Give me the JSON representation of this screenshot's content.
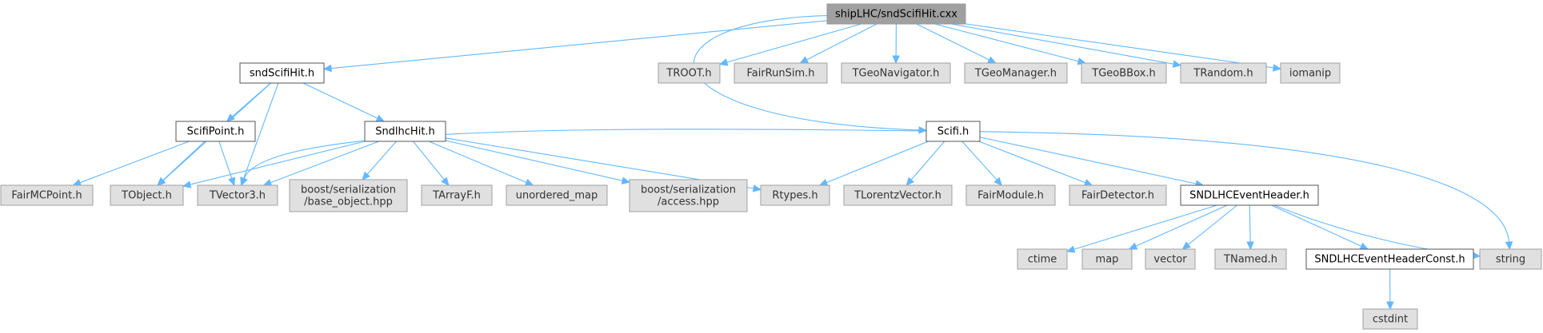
{
  "colors": {
    "edge": "#63b8ff",
    "root_fill": "#a0a0a0",
    "system_fill": "#e0e0e0",
    "doc_border": "#555555"
  },
  "nodes": [
    {
      "id": "shipLHC_sndScifiHit_cxx",
      "lines": [
        "shipLHC/sndScifiHit.cxx"
      ],
      "kind": "root"
    },
    {
      "id": "sndScifiHit_h",
      "lines": [
        "sndScifiHit.h"
      ],
      "kind": "doc"
    },
    {
      "id": "TROOT_h",
      "lines": [
        "TROOT.h"
      ],
      "kind": "sys"
    },
    {
      "id": "FairRunSim_h",
      "lines": [
        "FairRunSim.h"
      ],
      "kind": "sys"
    },
    {
      "id": "TGeoNavigator_h",
      "lines": [
        "TGeoNavigator.h"
      ],
      "kind": "sys"
    },
    {
      "id": "TGeoManager_h",
      "lines": [
        "TGeoManager.h"
      ],
      "kind": "sys"
    },
    {
      "id": "TGeoBBox_h",
      "lines": [
        "TGeoBBox.h"
      ],
      "kind": "sys"
    },
    {
      "id": "TRandom_h",
      "lines": [
        "TRandom.h"
      ],
      "kind": "sys"
    },
    {
      "id": "iomanip",
      "lines": [
        "iomanip"
      ],
      "kind": "sys"
    },
    {
      "id": "ScifiPoint_h",
      "lines": [
        "ScifiPoint.h"
      ],
      "kind": "doc"
    },
    {
      "id": "SndlhcHit_h",
      "lines": [
        "SndlhcHit.h"
      ],
      "kind": "doc"
    },
    {
      "id": "Scifi_h",
      "lines": [
        "Scifi.h"
      ],
      "kind": "doc"
    },
    {
      "id": "FairMCPoint_h",
      "lines": [
        "FairMCPoint.h"
      ],
      "kind": "sys"
    },
    {
      "id": "TObject_h",
      "lines": [
        "TObject.h"
      ],
      "kind": "sys"
    },
    {
      "id": "TVector3_h",
      "lines": [
        "TVector3.h"
      ],
      "kind": "sys"
    },
    {
      "id": "boost_base_object",
      "lines": [
        "boost/serialization",
        "/base_object.hpp"
      ],
      "kind": "sys"
    },
    {
      "id": "TArrayF_h",
      "lines": [
        "TArrayF.h"
      ],
      "kind": "sys"
    },
    {
      "id": "unordered_map",
      "lines": [
        "unordered_map"
      ],
      "kind": "sys"
    },
    {
      "id": "boost_access",
      "lines": [
        "boost/serialization",
        "/access.hpp"
      ],
      "kind": "sys"
    },
    {
      "id": "Rtypes_h",
      "lines": [
        "Rtypes.h"
      ],
      "kind": "sys"
    },
    {
      "id": "TLorentzVector_h",
      "lines": [
        "TLorentzVector.h"
      ],
      "kind": "sys"
    },
    {
      "id": "FairModule_h",
      "lines": [
        "FairModule.h"
      ],
      "kind": "sys"
    },
    {
      "id": "FairDetector_h",
      "lines": [
        "FairDetector.h"
      ],
      "kind": "sys"
    },
    {
      "id": "SNDLHCEventHeader_h",
      "lines": [
        "SNDLHCEventHeader.h"
      ],
      "kind": "doc"
    },
    {
      "id": "string",
      "lines": [
        "string"
      ],
      "kind": "sys"
    },
    {
      "id": "ctime",
      "lines": [
        "ctime"
      ],
      "kind": "sys"
    },
    {
      "id": "map",
      "lines": [
        "map"
      ],
      "kind": "sys"
    },
    {
      "id": "vector",
      "lines": [
        "vector"
      ],
      "kind": "sys"
    },
    {
      "id": "TNamed_h",
      "lines": [
        "TNamed.h"
      ],
      "kind": "sys"
    },
    {
      "id": "SNDLHCEventHeaderConst_h",
      "lines": [
        "SNDLHCEventHeaderConst.h"
      ],
      "kind": "doc"
    },
    {
      "id": "cstdint",
      "lines": [
        "cstdint"
      ],
      "kind": "sys"
    }
  ],
  "edges": [
    {
      "from": "shipLHC_sndScifiHit_cxx",
      "to": "sndScifiHit_h"
    },
    {
      "from": "shipLHC_sndScifiHit_cxx",
      "to": "TROOT_h"
    },
    {
      "from": "shipLHC_sndScifiHit_cxx",
      "to": "FairRunSim_h"
    },
    {
      "from": "shipLHC_sndScifiHit_cxx",
      "to": "TGeoNavigator_h"
    },
    {
      "from": "shipLHC_sndScifiHit_cxx",
      "to": "TGeoManager_h"
    },
    {
      "from": "shipLHC_sndScifiHit_cxx",
      "to": "TGeoBBox_h"
    },
    {
      "from": "shipLHC_sndScifiHit_cxx",
      "to": "TRandom_h"
    },
    {
      "from": "shipLHC_sndScifiHit_cxx",
      "to": "iomanip"
    },
    {
      "from": "shipLHC_sndScifiHit_cxx",
      "to": "Scifi_h"
    },
    {
      "from": "sndScifiHit_h",
      "to": "ScifiPoint_h"
    },
    {
      "from": "sndScifiHit_h",
      "to": "SndlhcHit_h"
    },
    {
      "from": "sndScifiHit_h",
      "to": "TObject_h"
    },
    {
      "from": "sndScifiHit_h",
      "to": "TVector3_h"
    },
    {
      "from": "ScifiPoint_h",
      "to": "FairMCPoint_h"
    },
    {
      "from": "ScifiPoint_h",
      "to": "TObject_h"
    },
    {
      "from": "ScifiPoint_h",
      "to": "TVector3_h"
    },
    {
      "from": "SndlhcHit_h",
      "to": "TObject_h"
    },
    {
      "from": "SndlhcHit_h",
      "to": "TVector3_h"
    },
    {
      "from": "SndlhcHit_h",
      "to": "boost_base_object"
    },
    {
      "from": "SndlhcHit_h",
      "to": "TArrayF_h"
    },
    {
      "from": "SndlhcHit_h",
      "to": "unordered_map"
    },
    {
      "from": "SndlhcHit_h",
      "to": "boost_access"
    },
    {
      "from": "SndlhcHit_h",
      "to": "Rtypes_h"
    },
    {
      "from": "Scifi_h",
      "to": "TVector3_h"
    },
    {
      "from": "Scifi_h",
      "to": "Rtypes_h"
    },
    {
      "from": "Scifi_h",
      "to": "TLorentzVector_h"
    },
    {
      "from": "Scifi_h",
      "to": "FairModule_h"
    },
    {
      "from": "Scifi_h",
      "to": "FairDetector_h"
    },
    {
      "from": "Scifi_h",
      "to": "SNDLHCEventHeader_h"
    },
    {
      "from": "Scifi_h",
      "to": "string"
    },
    {
      "from": "SNDLHCEventHeader_h",
      "to": "ctime"
    },
    {
      "from": "SNDLHCEventHeader_h",
      "to": "map"
    },
    {
      "from": "SNDLHCEventHeader_h",
      "to": "vector"
    },
    {
      "from": "SNDLHCEventHeader_h",
      "to": "TNamed_h"
    },
    {
      "from": "SNDLHCEventHeader_h",
      "to": "SNDLHCEventHeaderConst_h"
    },
    {
      "from": "SNDLHCEventHeader_h",
      "to": "string"
    },
    {
      "from": "SNDLHCEventHeaderConst_h",
      "to": "cstdint"
    }
  ]
}
